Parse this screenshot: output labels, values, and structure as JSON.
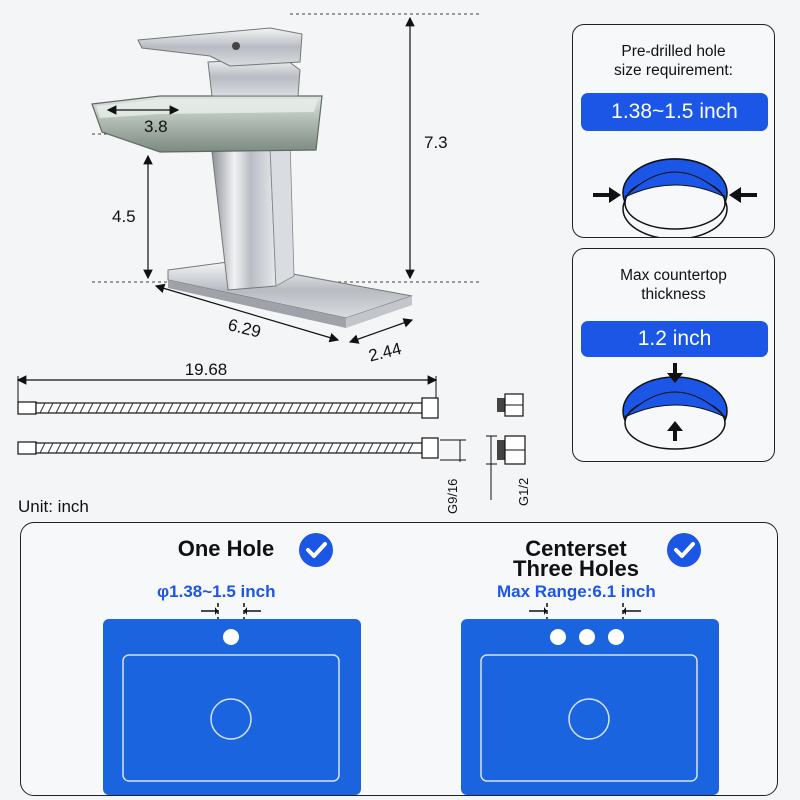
{
  "faucet_dimensions": {
    "spout_width": "3.8",
    "total_height": "7.3",
    "spout_height": "4.5",
    "base_length": "6.29",
    "base_width": "2.44"
  },
  "hoses": {
    "length": "19.68",
    "thread_a": "G9/16",
    "thread_b": "G1/2"
  },
  "unit_label": "Unit: inch",
  "hole_size_card": {
    "title_line1": "Pre-drilled hole",
    "title_line2": "size requirement:",
    "value": "1.38~1.5 inch"
  },
  "countertop_card": {
    "title_line1": "Max countertop",
    "title_line2": "thickness",
    "value": "1.2 inch"
  },
  "options": {
    "one_hole": {
      "title": "One Hole",
      "dimension": "φ1.38~1.5 inch"
    },
    "three_holes": {
      "title_line1": "Centerset",
      "title_line2": "Three Holes",
      "dimension": "Max Range:6.1 inch"
    }
  },
  "colors": {
    "accent_blue": "#1b56e6",
    "sink_blue": "#1a64e0",
    "chrome": "#c9ccd1",
    "glass": "#9aa79f"
  },
  "icons": [
    "check-circle-icon",
    "arrow-icon"
  ]
}
